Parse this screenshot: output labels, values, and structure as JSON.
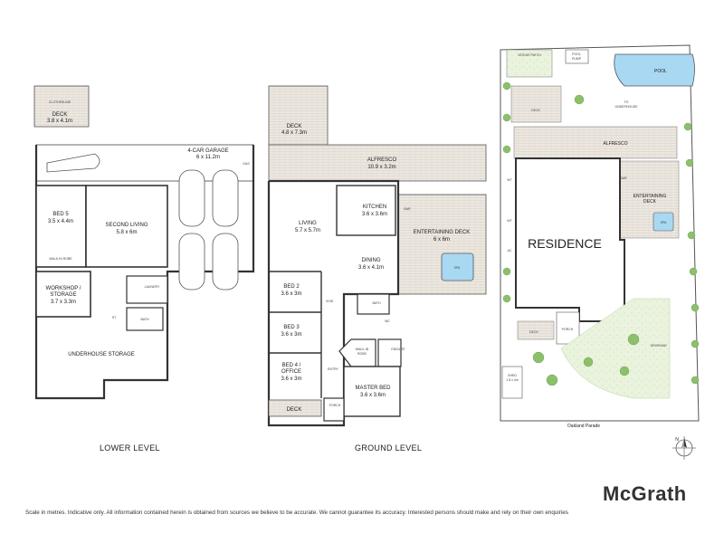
{
  "levels": {
    "lower": "LOWER LEVEL",
    "ground": "GROUND LEVEL"
  },
  "lower_rooms": {
    "deck_name": "DECK",
    "deck_dim": "3.8 x 4.1m",
    "clothesline": "CLOTHESLINE",
    "garage_name": "4-CAR GARAGE",
    "garage_dim": "6 x 11.2m",
    "gas": "GAS",
    "bed5_name": "BED 5",
    "bed5_dim": "3.5 x 4.4m",
    "second_living_name": "SECOND LIVING",
    "second_living_dim": "5.8 x 6m",
    "walkin": "WALK-IN ROBE",
    "workshop_name": "WORKSHOP /",
    "workshop_name2": "STORAGE",
    "workshop_dim": "3.7 x 3.3m",
    "laundry": "LAUNDRY",
    "st": "ST",
    "bath": "BATH",
    "underhouse": "UNDERHOUSE STORAGE"
  },
  "ground_rooms": {
    "deck_name": "DECK",
    "deck_dim": "4.8 x 7.3m",
    "alfresco_name": "ALFRESCO",
    "alfresco_dim": "10.9 x 3.2m",
    "kitchen_name": "KITCHEN",
    "kitchen_dim": "3.6 x 3.6m",
    "bar": "BAR",
    "living_name": "LIVING",
    "living_dim": "5.7 x 5.7m",
    "ent_deck_name": "ENTERTAINING DECK",
    "ent_deck_dim": "6 x 6m",
    "dining_name": "DINING",
    "dining_dim": "3.6 x 4.1m",
    "spa": "SPA",
    "bed2_name": "BED 2",
    "bed2_dim": "3.6 x 3m",
    "bed3_name": "BED 3",
    "bed3_dim": "3.6 x 3m",
    "bed4_name": "BED 4 /",
    "bed4_name2": "OFFICE",
    "bed4_dim": "3.6 x 3m",
    "void": "VOID",
    "bath": "BATH",
    "wc": "WC",
    "walkin": "WALK-IN",
    "walkin2": "ROBE",
    "ensuite": "ENSUITE",
    "entry": "ENTRY",
    "master_name": "MASTER BED",
    "master_dim": "3.6 x 3.6m",
    "deck2": "DECK",
    "porch": "PORCH"
  },
  "site": {
    "veggie": "VEGGIE PATCH",
    "pool_pump": "POOL",
    "pool_pump2": "PUMP",
    "pool": "POOL",
    "deck": "DECK",
    "to_underhouse": "TO",
    "to_underhouse2": "UNDERHOUSE",
    "alfresco": "ALFRESCO",
    "bar": "BAR",
    "ent_deck": "ENTERTAINING",
    "ent_deck2": "DECK",
    "spa": "SPA",
    "wt": "WT",
    "ac": "AC",
    "residence": "RESIDENCE",
    "deck2": "DECK",
    "porch": "PORCH",
    "shed_name": "SHED",
    "shed_dim": "1.8 x 4m",
    "driveway": "DRIVEWAY",
    "street": "Oakland Parade",
    "north": "N"
  },
  "brand": "McGrath",
  "disclaimer": "Scale in metres. Indicative only. All information contained herein is obtained from sources we believe to be accurate. We cannot guarantee its accuracy. Interested persons should make and rely on their own enquiries",
  "colors": {
    "deck_fill": "#e9e4dd",
    "wall": "#333333",
    "pool": "#a9d8f2",
    "grass": "#e3f0d3",
    "tree": "#8cc06a",
    "brand": "#333333"
  }
}
